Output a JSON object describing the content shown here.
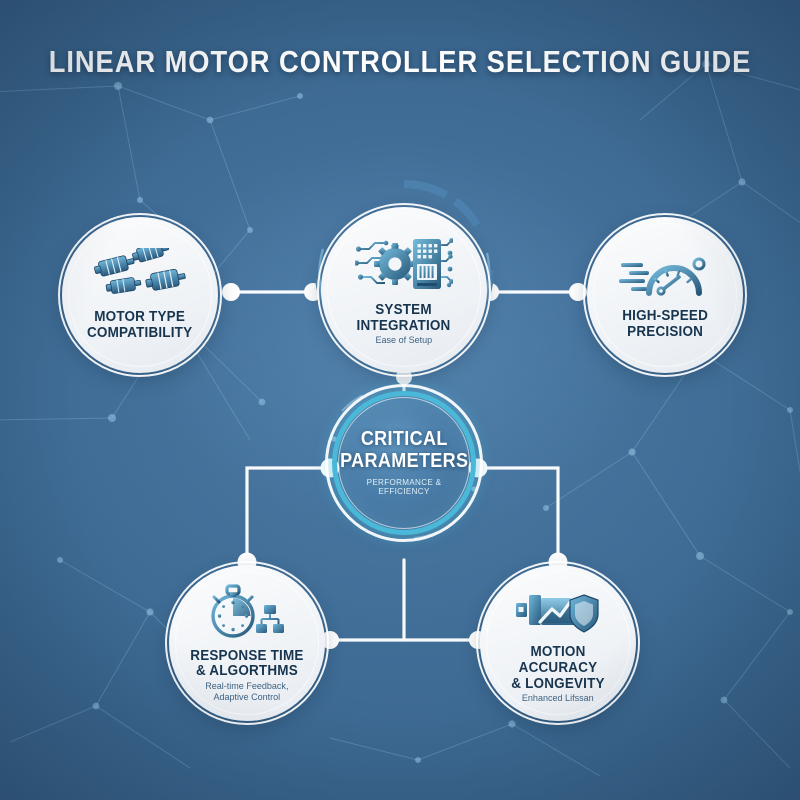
{
  "page": {
    "title": "LINEAR MOTOR CONTROLLER SELECTION GUIDE",
    "background_color": "#3a6188",
    "accent_cyan": "#4ab8d8",
    "node_fill": "#f2f4f7",
    "node_text": "#18354f",
    "connector_color": "#ffffff"
  },
  "center_node": {
    "label": "CRITICAL\nPARAMETERS",
    "subtitle": "PERFORMANCE & EFFICIENCY",
    "icon": "concentric-ring-hub-icon"
  },
  "nodes": [
    {
      "id": "motor-type-compatibility",
      "label": "MOTOR TYPE\nCOMPATIBILITY",
      "subtitle": "",
      "icon": "electric-motors-icon",
      "position": "top-left"
    },
    {
      "id": "system-integration",
      "label": "SYSTEM\nINTEGRATION",
      "subtitle": "Ease of Setup",
      "icon": "gear-microchip-icon",
      "position": "top-center"
    },
    {
      "id": "high-speed-precision",
      "label": "HIGH-SPEED\nPRECISION",
      "subtitle": "",
      "icon": "speedometer-gauge-icon",
      "position": "top-right"
    },
    {
      "id": "response-time-algorithms",
      "label": "RESPONSE TIME\n& ALGORTHMS",
      "subtitle": "Real-time Feedback,\nAdaptive Control",
      "icon": "stopwatch-flowchart-icon",
      "position": "bottom-left"
    },
    {
      "id": "motion-accuracy-longevity",
      "label": "MOTION ACCURACY\n& LONGEVITY",
      "subtitle": "Enhanced Lifssan",
      "icon": "growth-chart-shield-icon",
      "position": "bottom-right"
    }
  ],
  "connections": [
    {
      "from": "motor-type-compatibility",
      "to": "system-integration"
    },
    {
      "from": "system-integration",
      "to": "high-speed-precision"
    },
    {
      "from": "system-integration",
      "to": "critical-parameters"
    },
    {
      "from": "critical-parameters",
      "to": "response-time-algorithms"
    },
    {
      "from": "critical-parameters",
      "to": "motion-accuracy-longevity"
    },
    {
      "from": "response-time-algorithms",
      "to": "motion-accuracy-longevity"
    }
  ]
}
